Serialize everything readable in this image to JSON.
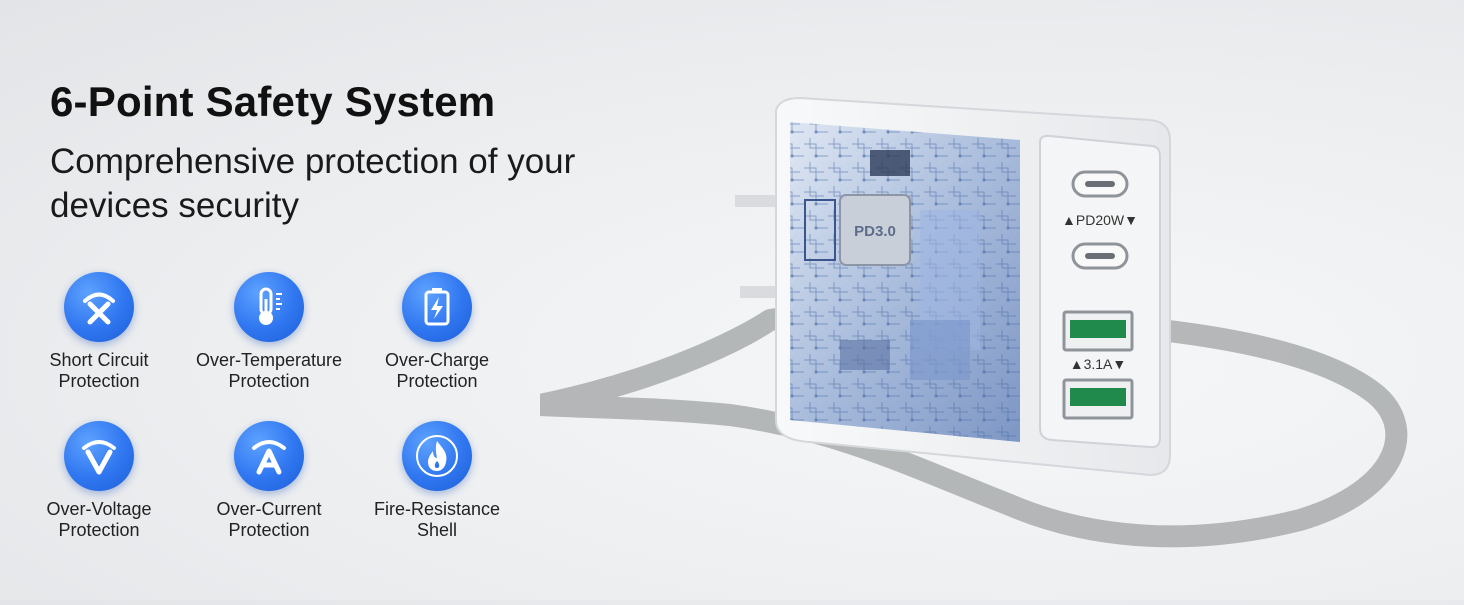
{
  "hero": {
    "title": "6-Point Safety System",
    "subtitle": "Comprehensive protection of your devices security"
  },
  "features": [
    {
      "icon": "short-circuit-icon",
      "line1": "Short Circuit",
      "line2": "Protection"
    },
    {
      "icon": "thermometer-icon",
      "line1": "Over-Temperature",
      "line2": "Protection"
    },
    {
      "icon": "battery-charge-icon",
      "line1": "Over-Charge",
      "line2": "Protection"
    },
    {
      "icon": "over-voltage-icon",
      "line1": "Over-Voltage",
      "line2": "Protection"
    },
    {
      "icon": "over-current-icon",
      "line1": "Over-Current",
      "line2": "Protection"
    },
    {
      "icon": "flame-icon",
      "line1": "Fire-Resistance",
      "line2": "Shell"
    }
  ],
  "product": {
    "chip_label": "PD3.0",
    "usb_c_label": "▲PD20W▼",
    "usb_a_label": "▲3.1A▼"
  },
  "colors": {
    "icon_blue": "#2f76f0",
    "usb_green": "#1f8a4c",
    "pcb_blue": "#6f8fc4"
  }
}
